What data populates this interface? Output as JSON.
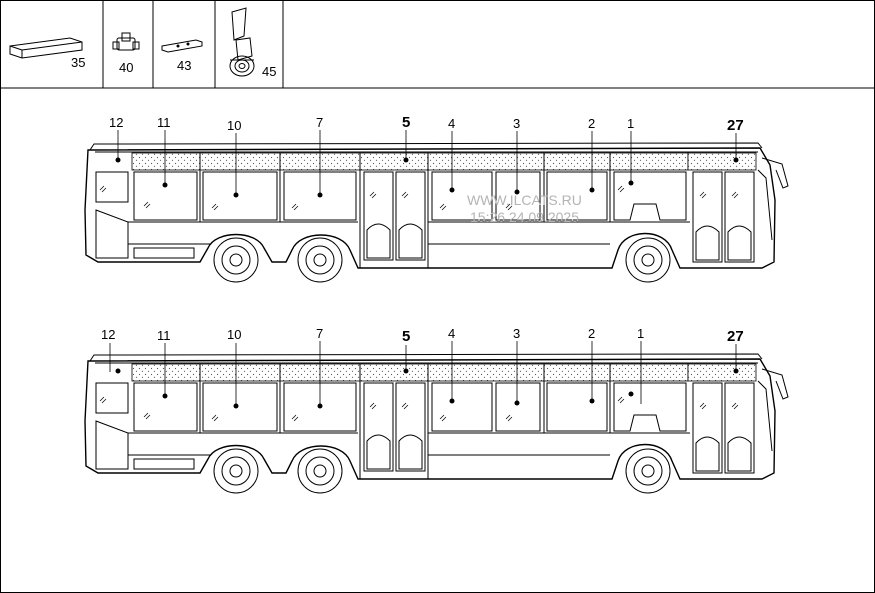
{
  "kit_items": [
    {
      "number": "35",
      "icon": "glass-strip-icon"
    },
    {
      "number": "40",
      "icon": "mounting-clip-icon"
    },
    {
      "number": "43",
      "icon": "rubber-profile-icon"
    },
    {
      "number": "45",
      "icon": "window-lock-icon"
    }
  ],
  "bus_views": [
    {
      "view": "upper",
      "callouts": [
        {
          "label": "12",
          "bold": false
        },
        {
          "label": "11",
          "bold": false
        },
        {
          "label": "10",
          "bold": false
        },
        {
          "label": "7",
          "bold": false
        },
        {
          "label": "5",
          "bold": true
        },
        {
          "label": "4",
          "bold": false
        },
        {
          "label": "3",
          "bold": false
        },
        {
          "label": "2",
          "bold": false
        },
        {
          "label": "1",
          "bold": false
        },
        {
          "label": "27",
          "bold": true
        }
      ]
    },
    {
      "view": "lower",
      "callouts": [
        {
          "label": "12",
          "bold": false
        },
        {
          "label": "11",
          "bold": false
        },
        {
          "label": "10",
          "bold": false
        },
        {
          "label": "7",
          "bold": false
        },
        {
          "label": "5",
          "bold": true
        },
        {
          "label": "4",
          "bold": false
        },
        {
          "label": "3",
          "bold": false
        },
        {
          "label": "2",
          "bold": false
        },
        {
          "label": "1",
          "bold": false
        },
        {
          "label": "27",
          "bold": true
        }
      ]
    }
  ],
  "watermark": {
    "line1": "WWW.ILCATS.RU",
    "line2": "15:26 24.09.2025",
    "color": "#b4b4b4"
  }
}
